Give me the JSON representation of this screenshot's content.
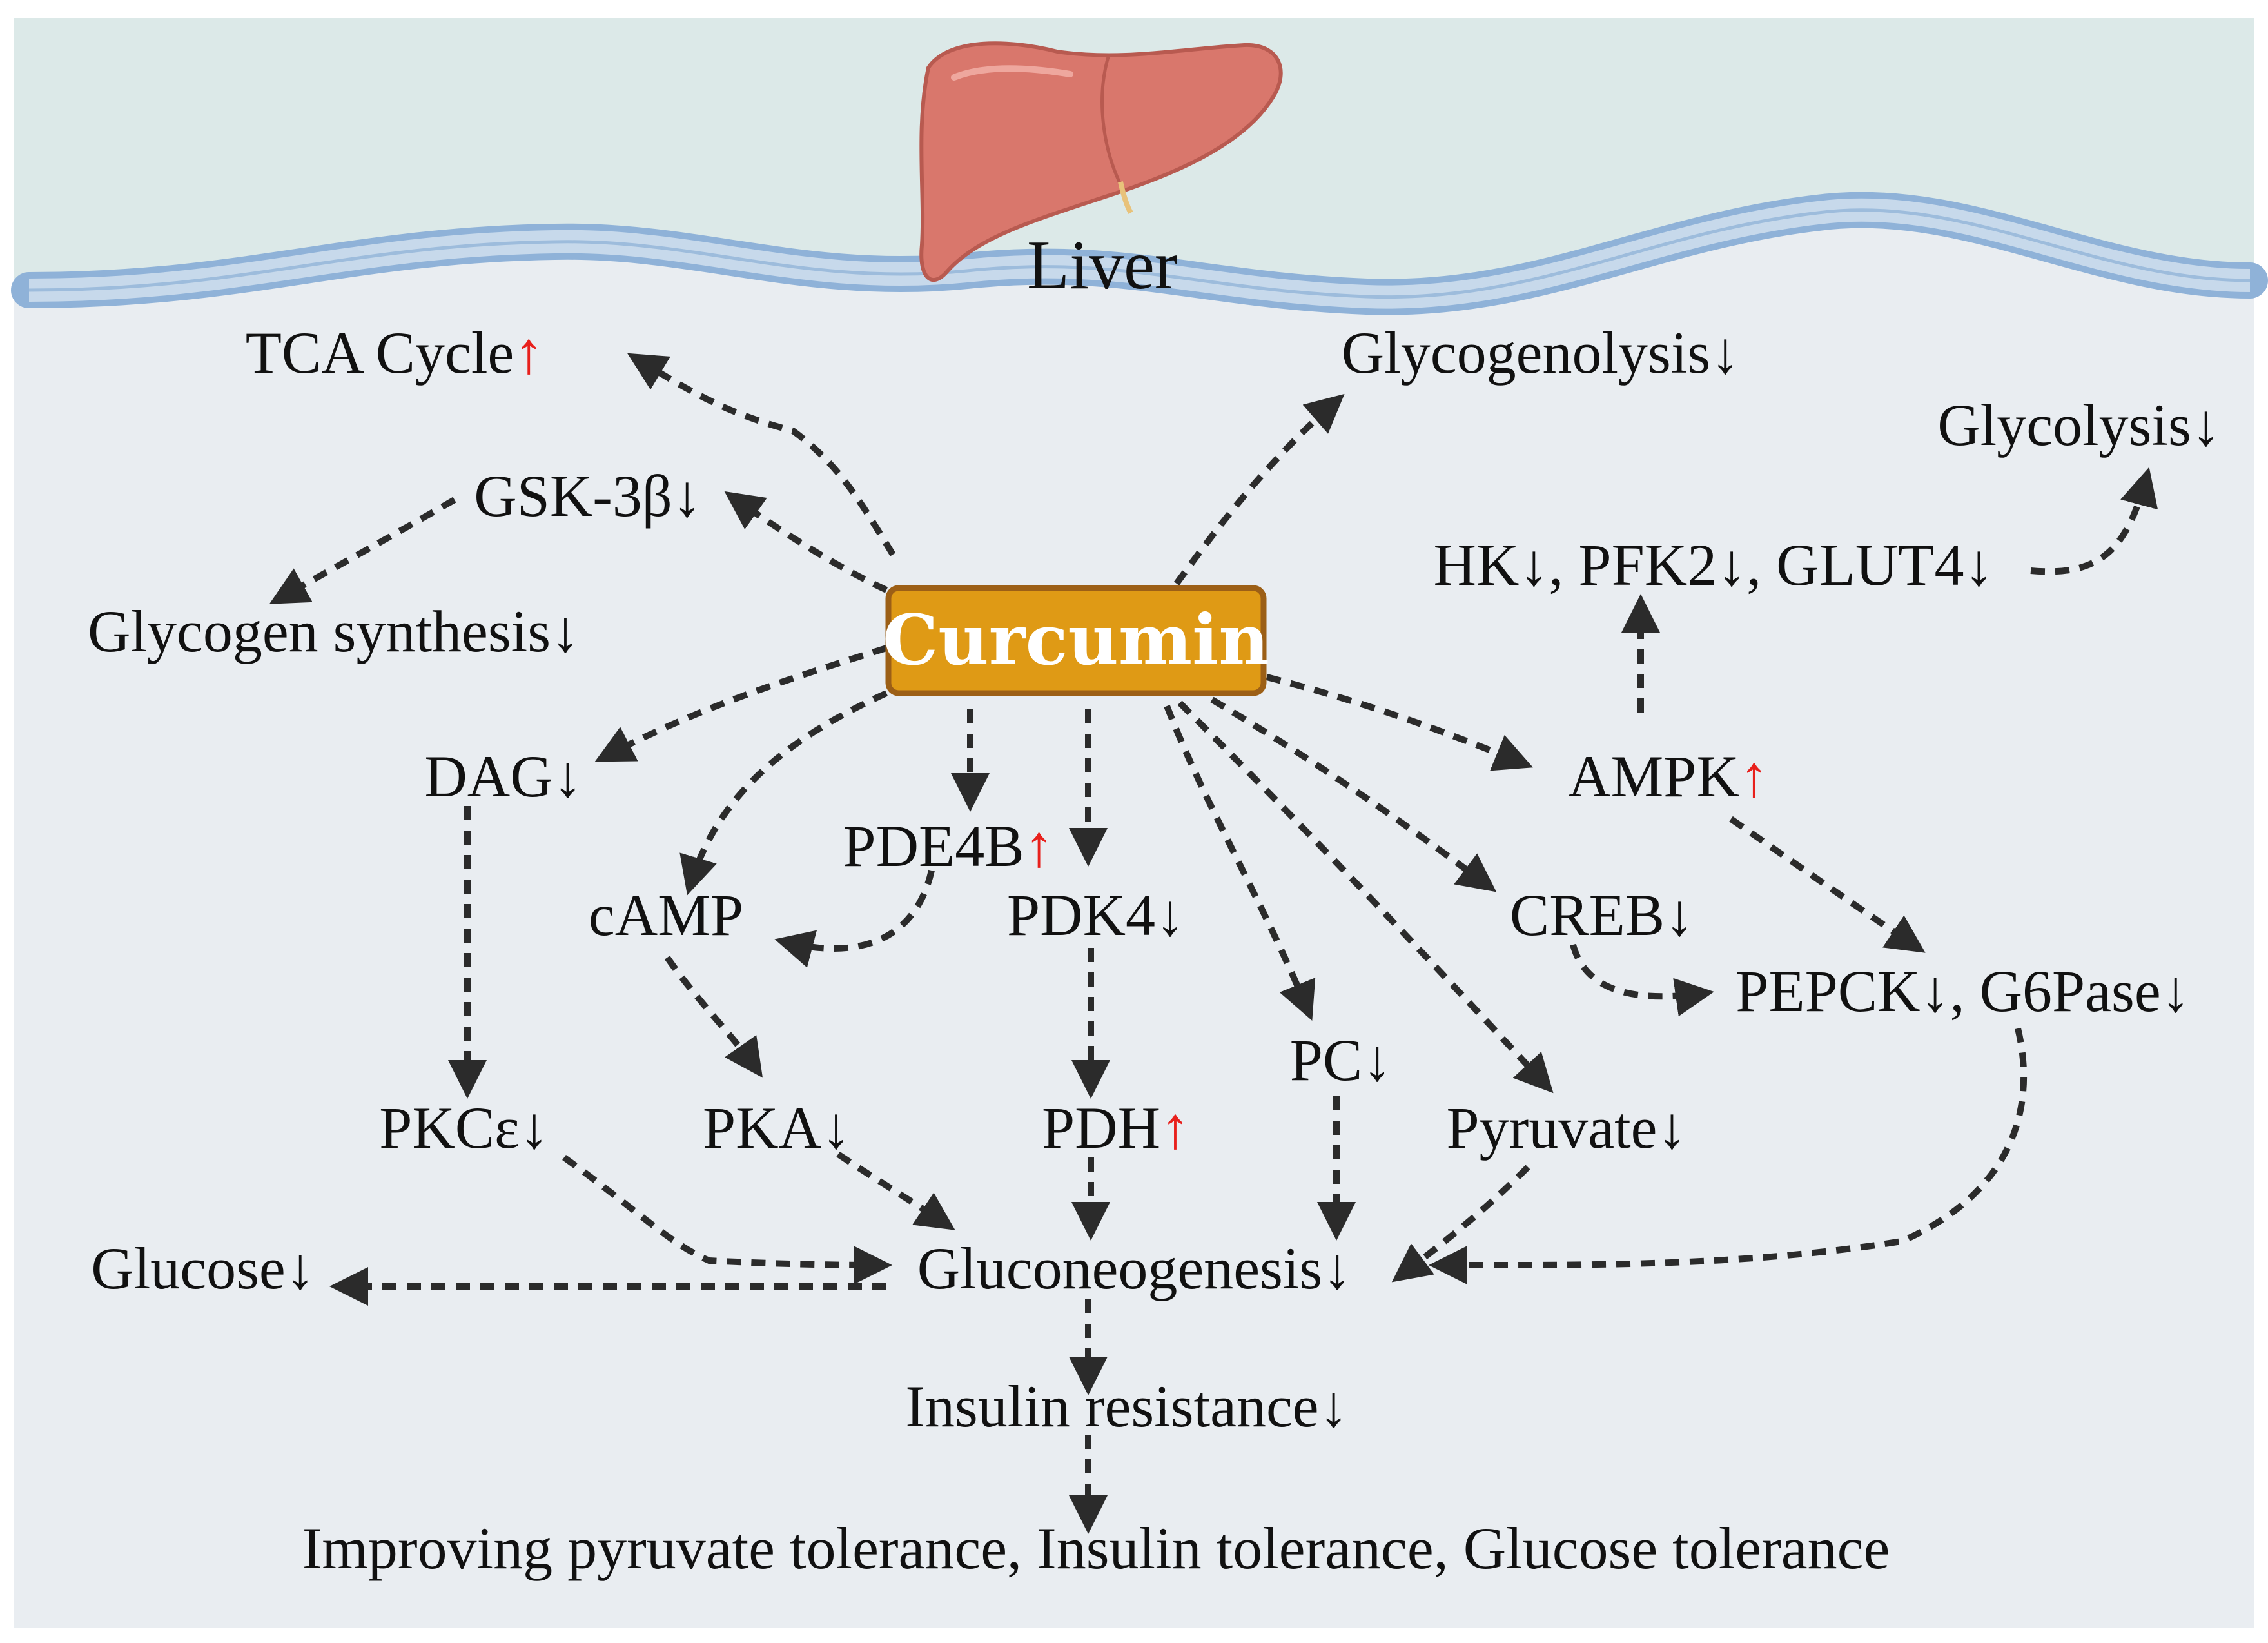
{
  "organ_label": "Liver",
  "center": "Curcumin",
  "colors": {
    "background": "#e9edf1",
    "liver_zone": "#dce9e8",
    "membrane_fill": "#b9cfe4",
    "membrane_line": "#8fb2d8",
    "curcumin_fill": "#df9a15",
    "curcumin_border": "#9c5f16",
    "arrow": "#2b2b2b",
    "up_arrow": "#e8201c",
    "liver": "#d9776c"
  },
  "nodes": {
    "tca": {
      "text": "TCA Cycle",
      "mark": "↑"
    },
    "glycogenolysis": {
      "text": "Glycogenolysis↓"
    },
    "glycolysis": {
      "text": "Glycolysis↓"
    },
    "gsk": {
      "text": "GSK-3β↓"
    },
    "glycogen_synthesis": {
      "text": "Glycogen synthesis↓"
    },
    "hk_group": {
      "text": "HK↓, PFK2↓, GLUT4↓"
    },
    "dag": {
      "text": "DAG↓"
    },
    "pde4b": {
      "text": "PDE4B",
      "mark": "↑"
    },
    "ampk": {
      "text": "AMPK",
      "mark": "↑"
    },
    "camp": {
      "text": "cAMP"
    },
    "pdk4": {
      "text": "PDK4↓"
    },
    "creb": {
      "text": "CREB↓"
    },
    "pepck": {
      "text": "PEPCK↓, G6Pase↓"
    },
    "pc": {
      "text": "PC↓"
    },
    "pkce": {
      "text": "PKCε↓"
    },
    "pka": {
      "text": "PKA↓"
    },
    "pdh": {
      "text": "PDH",
      "mark": "↑"
    },
    "pyruvate": {
      "text": "Pyruvate↓"
    },
    "glucose": {
      "text": "Glucose↓"
    },
    "gluconeogenesis": {
      "text": "Gluconeogenesis↓"
    },
    "insulin_resistance": {
      "text": "Insulin resistance↓"
    },
    "improving": {
      "text": "Improving pyruvate tolerance, Insulin tolerance, Glucose tolerance"
    }
  }
}
